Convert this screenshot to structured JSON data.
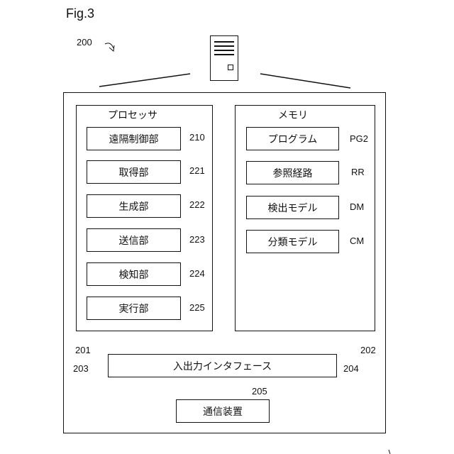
{
  "figure_label": "Fig.3",
  "device": {
    "ref": "200",
    "processor": {
      "label": "プロセッサ",
      "ref": "201",
      "units": [
        {
          "name": "遠隔制御部",
          "ref": "210"
        },
        {
          "name": "取得部",
          "ref": "221"
        },
        {
          "name": "生成部",
          "ref": "222"
        },
        {
          "name": "送信部",
          "ref": "223"
        },
        {
          "name": "検知部",
          "ref": "224"
        },
        {
          "name": "実行部",
          "ref": "225"
        }
      ]
    },
    "memory": {
      "label": "メモリ",
      "ref": "202",
      "items": [
        {
          "name": "プログラム",
          "ref": "PG2"
        },
        {
          "name": "参照経路",
          "ref": "RR"
        },
        {
          "name": "検出モデル",
          "ref": "DM"
        },
        {
          "name": "分類モデル",
          "ref": "CM"
        }
      ]
    },
    "io_interface": {
      "name": "入出力インタフェース",
      "ref": "203",
      "bus_ref": "204"
    },
    "comm_device": {
      "name": "通信装置",
      "ref": "205"
    }
  }
}
